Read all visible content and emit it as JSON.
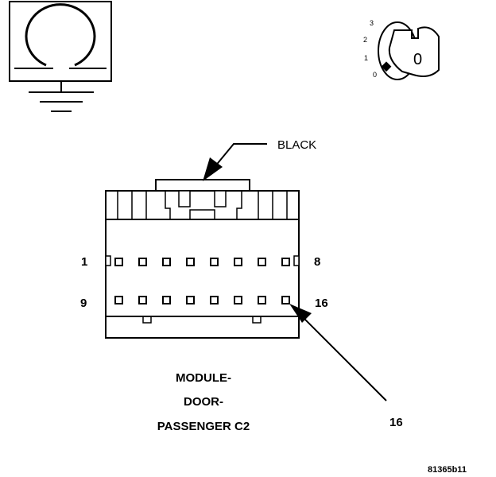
{
  "legend": {
    "ground_symbol": "ground-icon",
    "key_symbol": "ignition-key-icon",
    "key_positions": [
      "3",
      "2",
      "1",
      "0"
    ],
    "key_label": "0"
  },
  "connector": {
    "color_label": "BLACK",
    "row1_left": "1",
    "row1_right": "8",
    "row2_left": "9",
    "row2_right": "16",
    "callout": "16",
    "title_lines": [
      "MODULE-",
      "DOOR-",
      "PASSENGER C2"
    ]
  },
  "figure_ref": "81365b11"
}
